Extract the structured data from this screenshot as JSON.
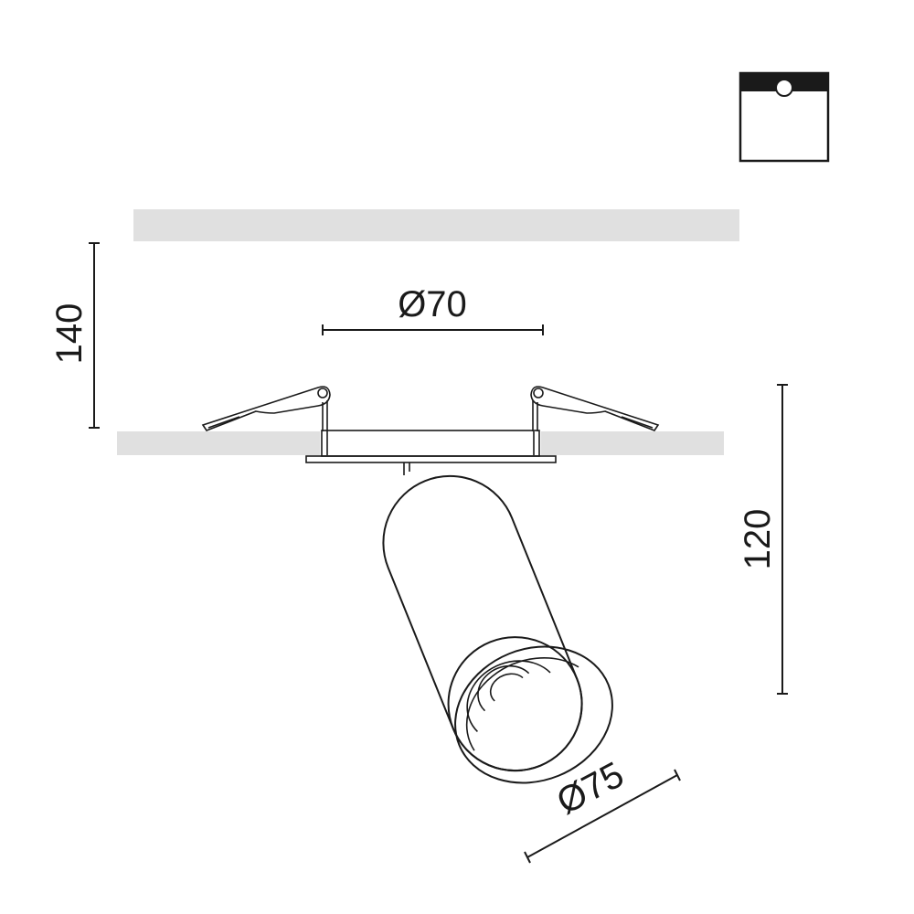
{
  "dimensions": {
    "total_height": "140",
    "cutout_diameter": "Ø70",
    "visible_height": "120",
    "body_diameter": "Ø75"
  },
  "icon": {
    "name": "recessed-mounting-icon"
  },
  "colors": {
    "line": "#1a1a1a",
    "ceiling": "#e0e0e0",
    "background": "#ffffff"
  }
}
